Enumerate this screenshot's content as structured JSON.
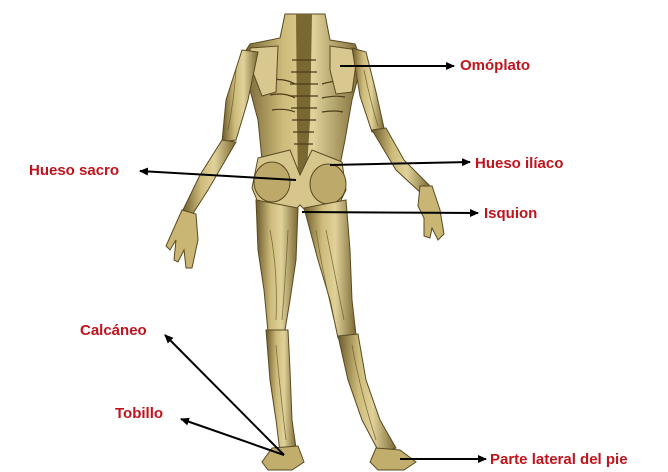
{
  "labels": {
    "omoplato": "Omóplato",
    "hueso_iliaco": "Hueso ilíaco",
    "hueso_sacro": "Hueso sacro",
    "isquion": "Isquion",
    "calcaneo": "Calcáneo",
    "tobillo": "Tobillo",
    "parte_lateral_pie": "Parte lateral del pie"
  },
  "colors": {
    "label_text": "#c0141b",
    "arrow": "#000000",
    "muscle_base": "#cdbb7a",
    "muscle_shadow": "#6b5a2c",
    "background": "#ffffff"
  }
}
